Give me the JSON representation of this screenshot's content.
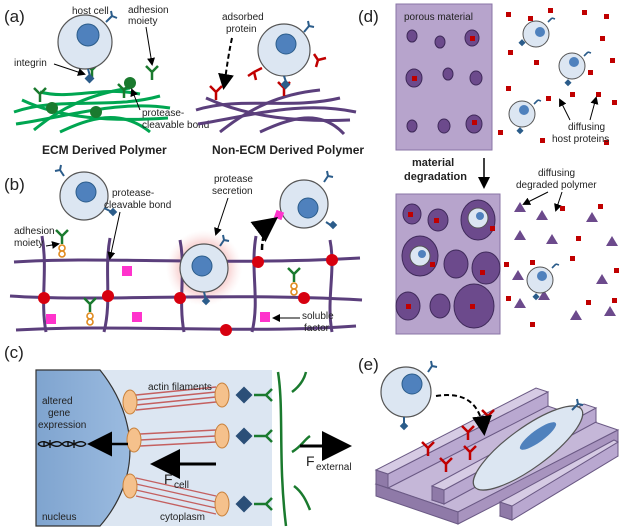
{
  "panel_a": {
    "letter": "(a)",
    "host_cell": "host cell",
    "adhesion_moiety_1": "adhesion",
    "adhesion_moiety_2": "moiety",
    "integrin": "integrin",
    "protease_1": "protease-",
    "protease_2": "cleavable bond",
    "adsorbed_1": "adsorbed",
    "adsorbed_2": "protein",
    "ecm_title": "ECM Derived Polymer",
    "non_ecm_title": "Non-ECM  Derived Polymer"
  },
  "panel_b": {
    "letter": "(b)",
    "adhesion_1": "adhesion",
    "adhesion_2": "moiety",
    "protease_1": "protease-",
    "protease_2": "cleavable bond",
    "secretion_1": "protease",
    "secretion_2": "secretion",
    "soluble_1": "soluble",
    "soluble_2": "factor"
  },
  "panel_c": {
    "letter": "(c)",
    "actin": "actin filaments",
    "altered_1": "altered",
    "altered_2": "gene",
    "altered_3": "expression",
    "f_cell": "F",
    "f_cell_sub": "cell",
    "f_external": "F",
    "f_external_sub": "external",
    "nucleus": "nucleus",
    "cytoplasm": "cytoplasm"
  },
  "panel_d": {
    "letter": "(d)",
    "porous": "porous material",
    "diffusing_host_1": "diffusing",
    "diffusing_host_2": "host proteins",
    "degradation_1": "material",
    "degradation_2": "degradation",
    "diffusing_poly_1": "diffusing",
    "diffusing_poly_2": "degraded polymer"
  },
  "panel_e": {
    "letter": "(e)"
  },
  "colors": {
    "cell_fill": "#dce6f2",
    "nucleus": "#4f81bd",
    "green": "#00a651",
    "dark_green": "#1a7a2e",
    "purple": "#5b3f7c",
    "red_node": "#d7000f",
    "magenta": "#ff33cc",
    "porous": "#b7a4cc",
    "pore": "#6c4a8c",
    "protein": "#c00000",
    "receptor": "#2b5c8a"
  }
}
